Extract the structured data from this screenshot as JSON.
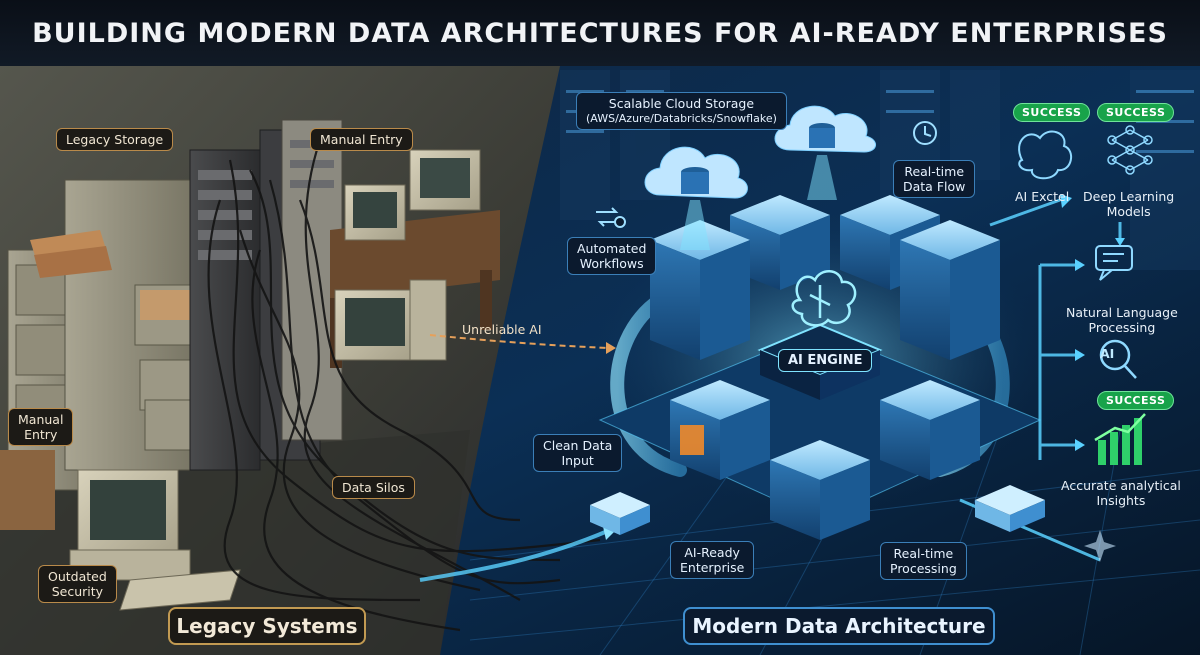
{
  "title": "BUILDING MODERN DATA ARCHITECTURES FOR AI-READY ENTERPRISES",
  "legacy": {
    "labels": {
      "legacy_storage": "Legacy Storage",
      "manual_entry_top": "Manual Entry",
      "manual_entry_left_1": "Manual",
      "manual_entry_left_2": "Entry",
      "data_silos": "Data Silos",
      "outdated_security_1": "Outdated",
      "outdated_security_2": "Security",
      "unreliable_ai": "Unreliable AI"
    },
    "footer": "Legacy Systems"
  },
  "modern": {
    "labels": {
      "cloud_storage_1": "Scalable Cloud Storage",
      "cloud_storage_2": "(AWS/Azure/Databricks/Snowflake)",
      "realtime_flow_1": "Real-time",
      "realtime_flow_2": "Data Flow",
      "automated_1": "Automated",
      "automated_2": "Workflows",
      "clean_data_1": "Clean Data",
      "clean_data_2": "Input",
      "ai_engine": "AI ENGINE",
      "ai_ready_1": "AI-Ready",
      "ai_ready_2": "Enterprise",
      "realtime_proc_1": "Real-time",
      "realtime_proc_2": "Processing"
    },
    "outputs": {
      "success_1": "SUCCESS",
      "success_2": "SUCCESS",
      "success_3": "SUCCESS",
      "ai_excel": "AI Exctel",
      "deep_learning_1": "Deep Learning",
      "deep_learning_2": "Models",
      "nlp_1": "Natural Language",
      "nlp_2": "Processing",
      "ai_icon": "AI",
      "insights_1": "Accurate analytical",
      "insights_2": "Insights"
    },
    "footer": "Modern Data Architecture"
  },
  "icons": [
    "brain-icon",
    "cloud-database-icon",
    "clock-icon",
    "sync-icon",
    "neural-network-icon",
    "chat-bubble-icon",
    "magnifier-ai-icon",
    "bar-chart-growth-icon",
    "crt-monitor-icon",
    "filing-cabinet-icon",
    "server-rack-icon",
    "sparkle-icon"
  ],
  "colors": {
    "legacy_tone": "#4a4a3f",
    "modern_tone": "#0f3a66",
    "glow": "#5ad1ff",
    "success": "#18a34a",
    "legacy_border": "#b98a4a",
    "modern_border": "#3b7fb8"
  }
}
